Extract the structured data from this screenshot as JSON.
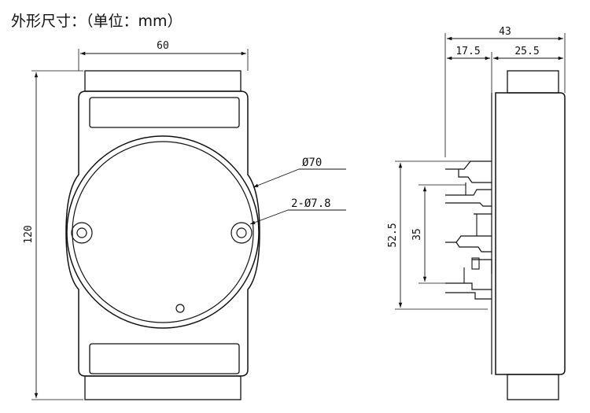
{
  "title": "外形尺寸：（单位：mm）",
  "dimensions": {
    "front_width": "60",
    "front_height": "120",
    "circle_dia": "Ø70",
    "hole_dia": "2-Ø7.8",
    "side_total_width": "43",
    "side_left_width": "17.5",
    "side_right_width": "25.5",
    "rail_outer_height": "52.5",
    "rail_inner_height": "35"
  },
  "colors": {
    "line": "#111111",
    "background": "#ffffff"
  }
}
